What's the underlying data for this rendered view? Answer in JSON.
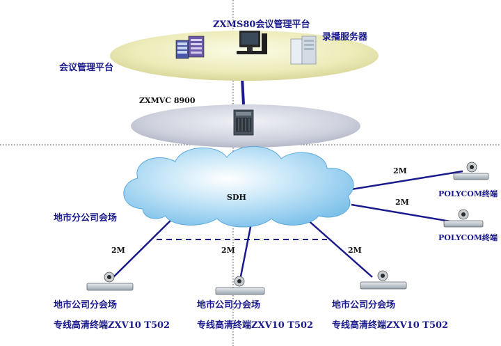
{
  "platform": {
    "title": "ZXMS80会议管理平台",
    "side_label": "会议管理平台",
    "recorder_label": "录播服务器"
  },
  "mcu": {
    "label": "ZXMVC 8900"
  },
  "network": {
    "label": "SDH"
  },
  "branch_group_label": "地市分公司会场",
  "links": {
    "bandwidth": "2M"
  },
  "polycom_terminals": [
    {
      "label": "POLYCOM终端"
    },
    {
      "label": "POLYCOM终端"
    }
  ],
  "branch_sites": [
    {
      "name": "地市公司分会场",
      "terminal": "专线高清终端ZXV10 T502"
    },
    {
      "name": "地市公司分会场",
      "terminal": "专线高清终端ZXV10 T502"
    },
    {
      "name": "地市公司分会场",
      "terminal": "专线高清终端ZXV10 T502"
    }
  ],
  "colors": {
    "link": "#1a1a8c",
    "cloud": "#9ed0ef",
    "platform_ellipse": "#e7e6ae",
    "mcu_ellipse": "#c7cbd8"
  }
}
